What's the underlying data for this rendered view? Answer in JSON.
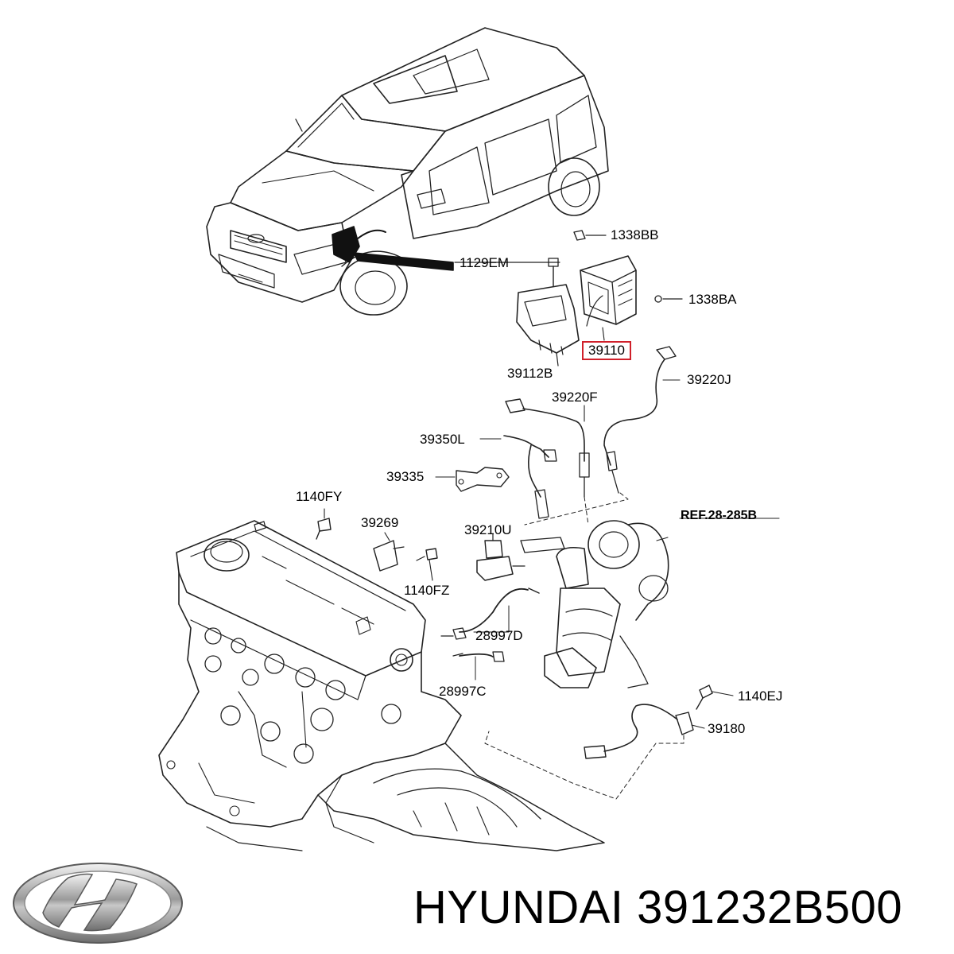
{
  "labels": {
    "p1338BB": "1338BB",
    "p1129EM": "1129EM",
    "p1338BA": "1338BA",
    "p39110": "39110",
    "p39112B": "39112B",
    "p39220J": "39220J",
    "p39220F": "39220F",
    "p39350L": "39350L",
    "p39335": "39335",
    "p1140FY": "1140FY",
    "p39269": "39269",
    "p39210U": "39210U",
    "ref": "REF.28-285B",
    "p1140FZ": "1140FZ",
    "p28997D": "28997D",
    "p28997C": "28997C",
    "p1140EJ": "1140EJ",
    "p39180": "39180"
  },
  "highlight_color": "#d0202a",
  "brand": {
    "logo_icon": "hyundai-logo-icon",
    "text": "HYUNDAI 391232B500"
  }
}
